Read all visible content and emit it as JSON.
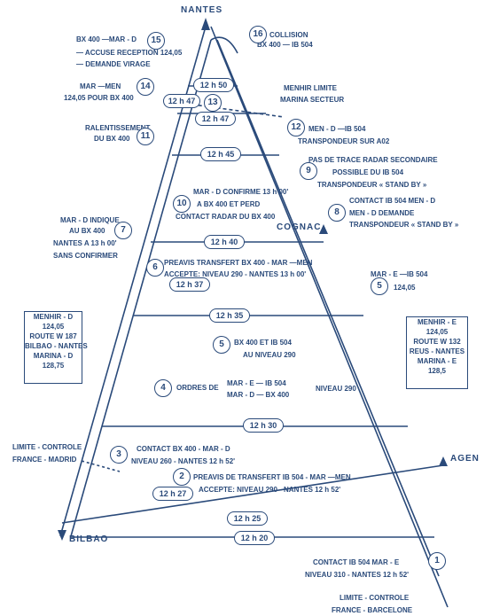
{
  "cities": {
    "nantes": "NANTES",
    "cognac": "COGNAC",
    "bilbao": "BILBAO",
    "agen": "AGEN"
  },
  "labels": {
    "l16a": "COLLISION",
    "l16b": "BX 400 — IB 504",
    "l15a": "BX 400 —MAR - D",
    "l15b": "— ACCUSE RECEPTION 124,05",
    "l15c": "— DEMANDE VIRAGE",
    "l14a": "MAR —MEN",
    "l14b": "124,05 POUR BX 400",
    "menhir_limite_a": "MENHIR LIMITE",
    "menhir_limite_b": "MARINA SECTEUR",
    "l11a": "RALENTISSEMENT",
    "l11b": "DU BX 400",
    "l12a": "MEN - D —IB 504",
    "l12b": "TRANSPONDEUR SUR A02",
    "l9a": "PAS DE TRACE RADAR SECONDAIRE",
    "l9b": "POSSIBLE DU IB 504",
    "l9c": "TRANSPONDEUR « STAND BY »",
    "l10a": "MAR - D CONFIRME 13 h 00'",
    "l10b": "A BX 400 ET PERD",
    "l10c": "CONTACT RADAR DU BX 400",
    "l8a": "CONTACT IB 504 MEN - D",
    "l8b": "MEN - D DEMANDE",
    "l8c": "TRANSPONDEUR « STAND BY »",
    "l7a": "MAR - D INDIQUE",
    "l7b": "AU BX 400",
    "l7c": "NANTES A 13 h 00'",
    "l7d": "SANS CONFIRMER",
    "l6a": "PREAVIS TRANSFERT BX 400 - MAR —MEN",
    "l6b": "ACCEPTE: NIVEAU 290 - NANTES 13 h 00'",
    "l5a": "MAR - E —IB 504",
    "l5b": "124,05",
    "l5c_a": "BX 400 ET IB 504",
    "l5c_b": "AU NIVEAU 290",
    "l4a": "ORDRES DE",
    "l4b": "MAR - E — IB 504",
    "l4c": "MAR - D — BX 400",
    "l4d": "NIVEAU 290",
    "l3a": "CONTACT BX 400 - MAR - D",
    "l3b": "NIVEAU 260 - NANTES 12 h 52'",
    "limite_controle_a": "LIMITE - CONTROLE",
    "limite_controle_b": "FRANCE - MADRID",
    "l2a": "PREAVIS DE TRANSFERT IB 504 - MAR —MEN",
    "l2b": "ACCEPTE: NIVEAU 290 - NANTES 12 h 52'",
    "l1a": "CONTACT IB 504 MAR - E",
    "l1b": "NIVEAU 310 - NANTES 12 h 52'",
    "limite_bcn_a": "LIMITE - CONTROLE",
    "limite_bcn_b": "FRANCE - BARCELONE"
  },
  "boxes": {
    "left": [
      "MENHIR - D",
      "124,05",
      "ROUTE W 187",
      "BILBAO - NANTES",
      "MARINA - D",
      "128,75"
    ],
    "right": [
      "MENHIR - E",
      "124,05",
      "ROUTE W 132",
      "REUS - NANTES",
      "MARINA - E",
      "128,5"
    ]
  },
  "circles": [
    "1",
    "2",
    "3",
    "4",
    "5",
    "6",
    "7",
    "8",
    "9",
    "10",
    "11",
    "12",
    "13",
    "14",
    "15",
    "16"
  ],
  "times": [
    "12 h 50",
    "12 h 47",
    "12 h 47",
    "12 h 45",
    "12 h 40",
    "12 h 37",
    "12 h 35",
    "12 h 30",
    "12 h 27",
    "12 h 25",
    "12 h 20"
  ]
}
